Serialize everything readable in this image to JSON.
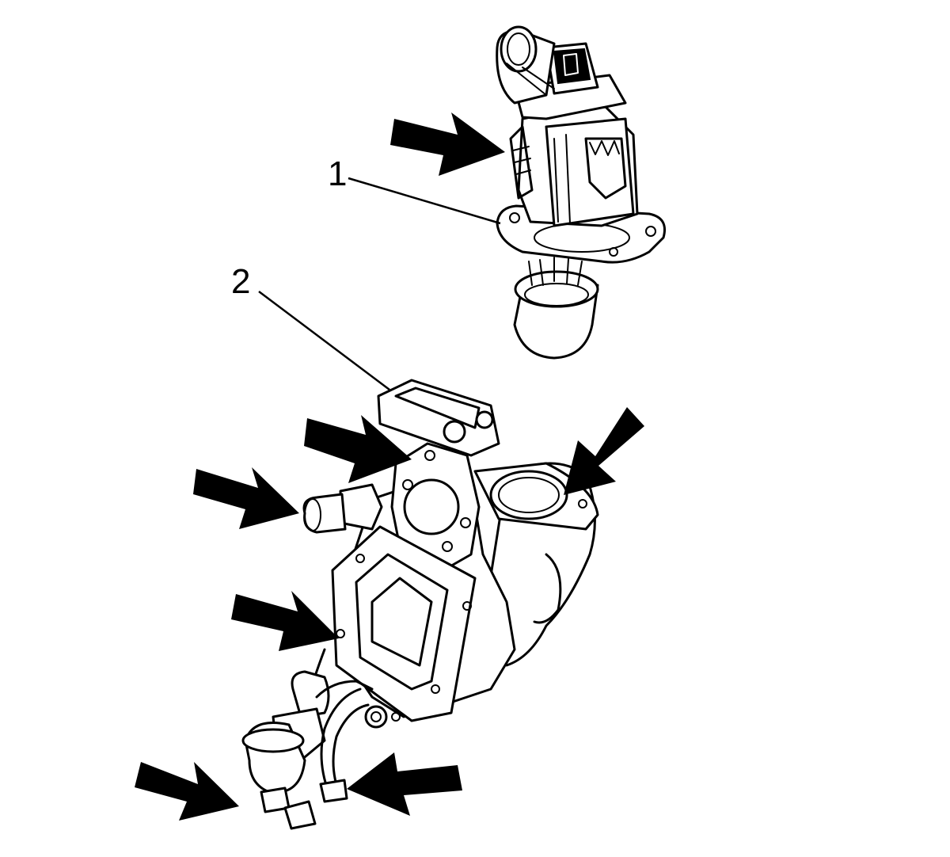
{
  "callouts": [
    {
      "id": "1",
      "label": "1"
    },
    {
      "id": "2",
      "label": "2"
    }
  ],
  "colors": {
    "line": "#000000",
    "background": "#ffffff",
    "arrow": "#000000"
  }
}
